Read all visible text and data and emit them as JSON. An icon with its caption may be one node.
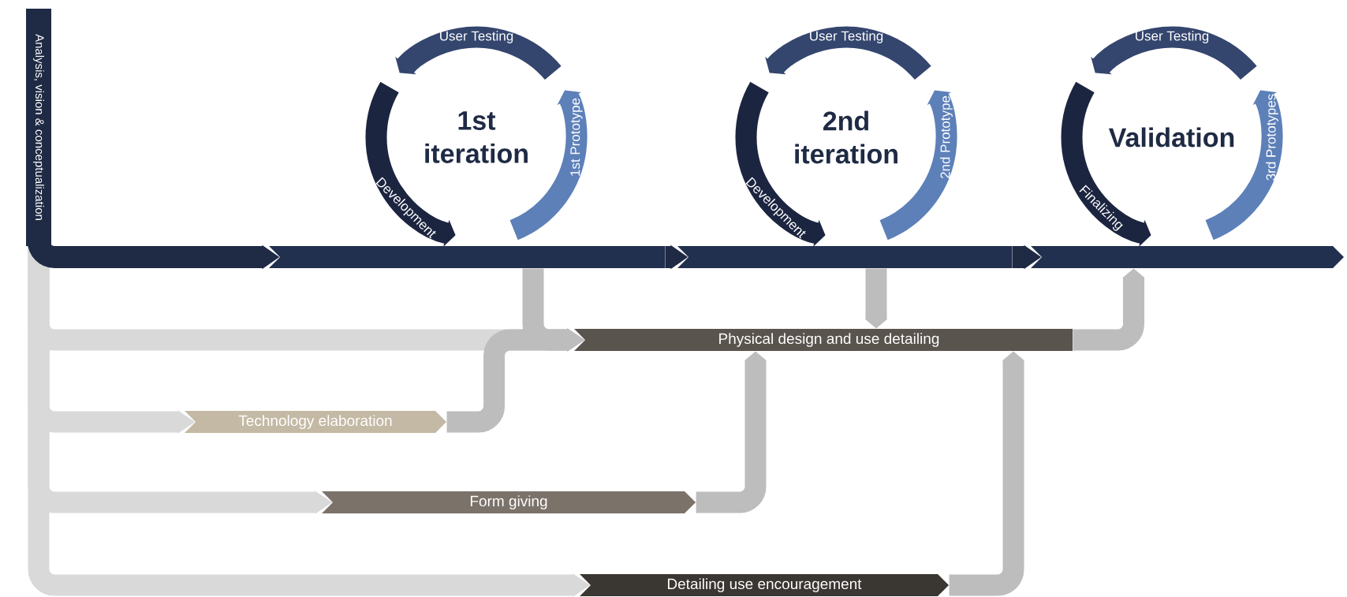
{
  "diagram": {
    "nodes": [
      {
        "text": [
          "Analysis, vision & conceptualization"
        ]
      },
      {
        "text": [
          "User Testing",
          "1st iteration",
          "1st Prototype",
          "Development"
        ]
      },
      {
        "text": [
          "User Testing",
          "2nd iteration",
          "2nd Prototype",
          "Development"
        ]
      },
      {
        "text": [
          "User Testing",
          "Validation",
          "3rd Prototypes",
          "Finalizing"
        ]
      },
      {
        "text": [],
        "shape": "bar"
      },
      {
        "text": [],
        "shape": "bar"
      },
      {
        "text": [],
        "shape": "bar"
      },
      {
        "text": [
          "Physical design and use detailing"
        ]
      },
      {
        "text": [
          "Technology elaboration"
        ]
      },
      {
        "text": [
          "Form giving"
        ]
      },
      {
        "text": [
          "Detailing use encouragement"
        ]
      }
    ],
    "edges": [
      {
        "from": 0,
        "to": 4,
        "arrow": "to",
        "color": "#1f2a44"
      },
      {
        "from": 4,
        "to": 5,
        "arrow": "to",
        "color": "#1f2a44"
      },
      {
        "from": 5,
        "to": 6,
        "arrow": "to",
        "color": "#1f2a44"
      },
      {
        "from": 0,
        "to": 7,
        "arrow": "to",
        "color": "#d9d9d9"
      },
      {
        "from": 0,
        "to": 8,
        "arrow": "to",
        "color": "#d9d9d9"
      },
      {
        "from": 0,
        "to": 9,
        "arrow": "to",
        "color": "#d9d9d9"
      },
      {
        "from": 0,
        "to": 10,
        "arrow": "to",
        "color": "#d9d9d9"
      },
      {
        "from": 8,
        "to": 7,
        "arrow": "to"
      },
      {
        "from": 4,
        "to": 7,
        "arrow": "to"
      },
      {
        "from": 5,
        "to": 7,
        "arrow": "to"
      },
      {
        "from": 9,
        "to": 7,
        "arrow": "to"
      },
      {
        "from": 10,
        "to": 7,
        "arrow": "to"
      },
      {
        "from": 7,
        "to": 6,
        "arrow": "to"
      }
    ]
  }
}
